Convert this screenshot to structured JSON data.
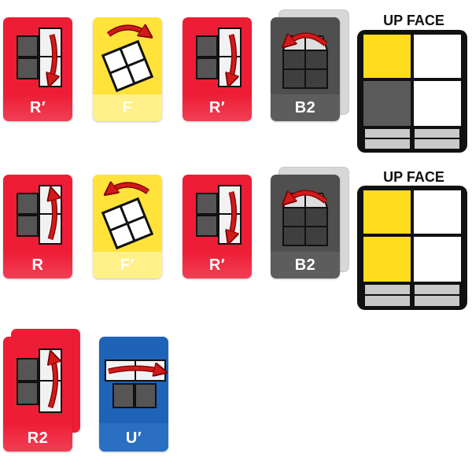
{
  "header_label": "UP FACE",
  "colors": {
    "red": "#ee1d36",
    "yellow": "#ffe23a",
    "gray": "#4f4f4f",
    "blue": "#1e63b8",
    "arrow": "#d11a1a",
    "cube_yellow": "#ffdc1e"
  },
  "rows": [
    {
      "moves": [
        {
          "label": "R′",
          "color": "red",
          "icon": "right-column-down-arrow-icon"
        },
        {
          "label": "F",
          "color": "yellow",
          "icon": "face-rotate-clockwise-icon"
        },
        {
          "label": "R′",
          "color": "red",
          "icon": "right-column-down-arrow-icon"
        },
        {
          "label": "B2",
          "color": "gray",
          "icon": "back-face-rotate-icon"
        }
      ],
      "up_face": {
        "label": "UP FACE",
        "stickers": [
          "yellow",
          "white",
          "gray",
          "white"
        ]
      }
    },
    {
      "moves": [
        {
          "label": "R",
          "color": "red",
          "icon": "right-column-up-arrow-icon"
        },
        {
          "label": "F′",
          "color": "yellow",
          "icon": "face-rotate-counterclockwise-icon"
        },
        {
          "label": "R′",
          "color": "red",
          "icon": "right-column-down-arrow-icon"
        },
        {
          "label": "B2",
          "color": "gray",
          "icon": "back-face-rotate-icon"
        }
      ],
      "up_face": {
        "label": "UP FACE",
        "stickers": [
          "yellow",
          "white",
          "yellow",
          "white"
        ]
      }
    },
    {
      "moves": [
        {
          "label": "R2",
          "color": "red",
          "icon": "right-column-up-arrow-icon"
        },
        {
          "label": "U′",
          "color": "blue",
          "icon": "top-row-right-arrow-icon"
        }
      ]
    }
  ]
}
